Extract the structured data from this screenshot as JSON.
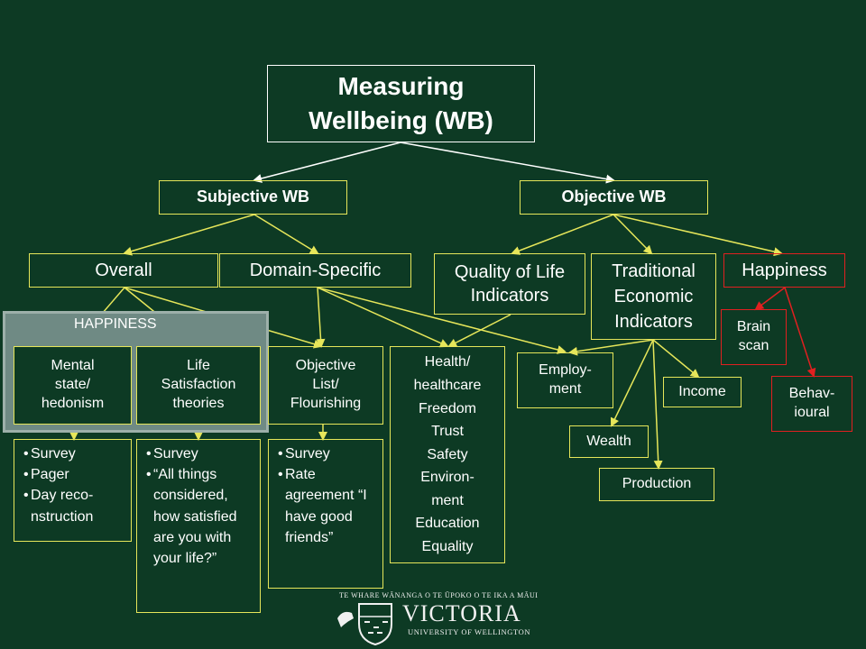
{
  "title": "Measuring\nWellbeing (WB)",
  "level1": {
    "subjective": "Subjective WB",
    "objective": "Objective WB"
  },
  "level2": {
    "overall": "Overall",
    "domain_specific": "Domain-Specific",
    "quality_of_life": "Quality of Life\nIndicators",
    "traditional_economic": "Traditional\nEconomic\nIndicators",
    "happiness": "Happiness"
  },
  "happiness_group_label": "HAPPINESS",
  "level3": {
    "mental_state": "Mental\nstate/\nhedonism",
    "life_satisfaction": "Life\nSatisfaction\ntheories",
    "objective_list": "Objective\nList/\nFlourishing",
    "health_list": "Health/\nhealthcare\nFreedom\nTrust\nSafety\nEnviron-\nment\nEducation\nEquality",
    "employment": "Employ-\nment",
    "income": "Income",
    "wealth": "Wealth",
    "production": "Production",
    "brain_scan": "Brain\nscan",
    "behavioural": "Behav-\nioural"
  },
  "methods": {
    "mental_state": [
      "Survey",
      "Pager",
      "Day reco-\nnstruction"
    ],
    "life_satisfaction": [
      "Survey",
      "“All things considered, how satisfied are you with your life?”"
    ],
    "objective_list": [
      "Survey",
      "Rate agreement “I have good friends”"
    ]
  },
  "footer": {
    "motto": "TE WHARE WĀNANGA O TE ŪPOKO O TE IKA A MĀUI",
    "name": "VICTORIA",
    "subtitle": "UNIVERSITY OF WELLINGTON"
  },
  "colors": {
    "background": "#0d3a24",
    "white_arrow": "#ffffff",
    "yellow_arrow": "#e6e65a",
    "red_arrow": "#e02020",
    "happiness_panel": "#6f8a84"
  }
}
